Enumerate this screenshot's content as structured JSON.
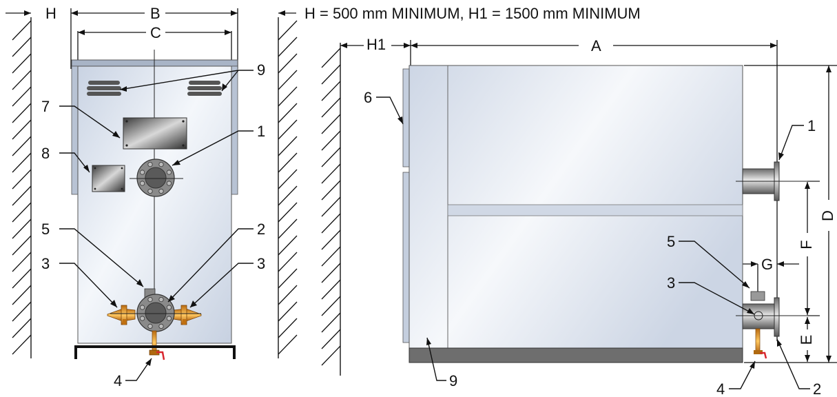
{
  "note": "H = 500 mm MINIMUM, H1 = 1500 mm MINIMUM",
  "front_view": {
    "dims": {
      "h": "H",
      "b": "B",
      "c": "C"
    },
    "callouts": {
      "c1": "1",
      "c2": "2",
      "c3a": "3",
      "c3b": "3",
      "c4": "4",
      "c5": "5",
      "c7": "7",
      "c8": "8",
      "c9": "9"
    }
  },
  "side_view": {
    "dims": {
      "h1": "H1",
      "a": "A",
      "d": "D",
      "f": "F",
      "g": "G",
      "e": "E"
    },
    "callouts": {
      "c1": "1",
      "c2": "2",
      "c3": "3",
      "c4": "4",
      "c5": "5",
      "c6": "6",
      "c9": "9"
    }
  },
  "colors": {
    "panel": "#dfe6f0",
    "dark_base": "#6e6e6e",
    "flange": "#8a8a8a",
    "valve": "#f0a020",
    "drain_handle": "#d8262e"
  }
}
